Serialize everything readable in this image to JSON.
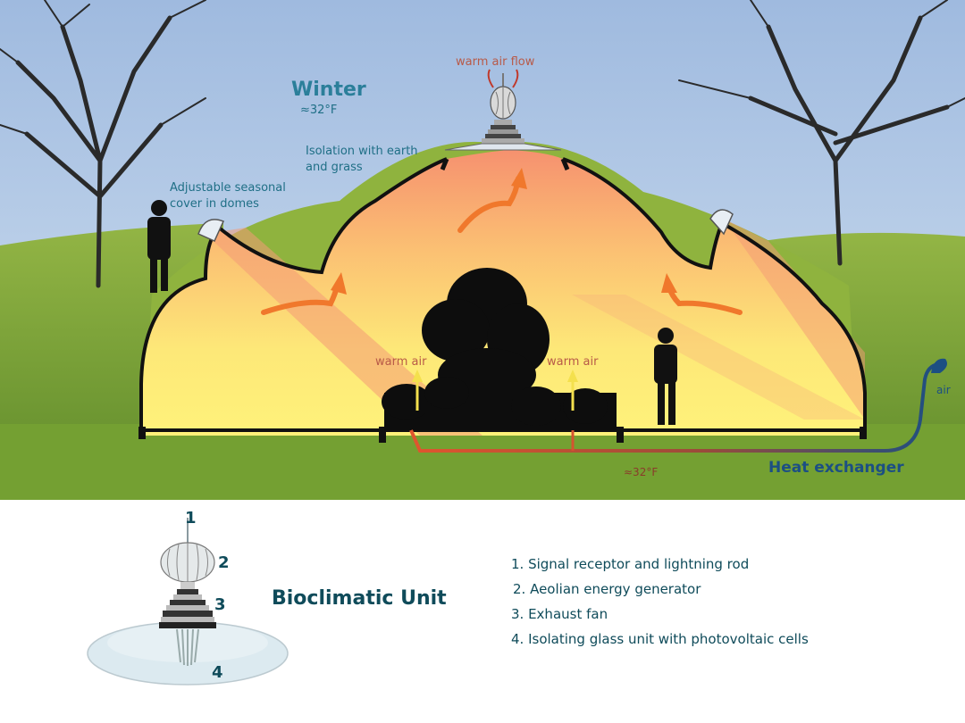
{
  "scene": {
    "season": "Winter",
    "outside_temp": "≈32°F",
    "top_label": "warm air flow",
    "earth_label_line1": "Isolation with earth",
    "earth_label_line2": "and grass",
    "cover_label_line1": "Adjustable seasonal",
    "cover_label_line2": "cover in domes",
    "warm_air_left": "warm air",
    "warm_air_right": "warm air",
    "ground_temp": "≈32°F",
    "heat_exchanger": "Heat exchanger",
    "air_label": "air"
  },
  "legend": {
    "title": "Bioclimatic Unit",
    "callouts": [
      "1",
      "2",
      "3",
      "4"
    ],
    "items": [
      "1. Signal receptor and lightning rod",
      "2. Aeolian energy generator",
      "3. Exhaust fan",
      "4. Isolating glass unit with photovoltaic cells"
    ]
  },
  "colors": {
    "sky": "#a9c3e2",
    "grass": "#7ea33a",
    "dome_interior_top": "#f7a07a",
    "dome_interior_bottom": "#fff27a",
    "text_teal": "#1f6f86",
    "warm_text": "#b85a48",
    "heat_exchanger_blue": "#1c4f83"
  }
}
